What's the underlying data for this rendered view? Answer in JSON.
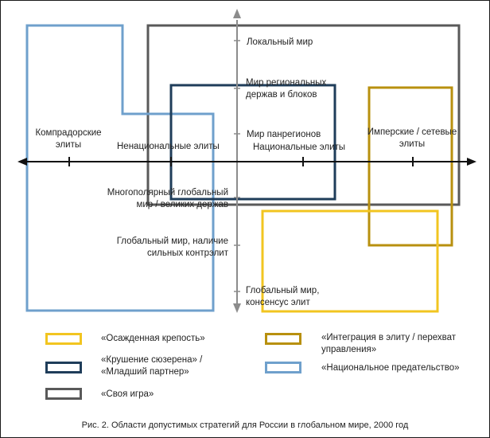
{
  "colors": {
    "osazhdennaya": "#f2c520",
    "krushenie": "#1f3d5a",
    "svoya_igra": "#595959",
    "integratsiya": "#b8900f",
    "natsionalnoe_predatelstvo": "#6fa0cc",
    "axis": "#111111",
    "y_axis": "#8c8c8c"
  },
  "axis_labels": {
    "compradors": "Компрадорские элиты",
    "non_national": "Ненациональные элиты",
    "national": "Национальные элиты",
    "imperial": "Имперские / сетевые элиты",
    "local_world": "Локальный мир",
    "regional_powers": "Мир региональных держав и блоков",
    "panregions": "Мир панрегионов",
    "multipolar": "Многополярный глобальный мир / великих держав",
    "global_counterelites": "Глобальный мир, наличие сильных контрэлит",
    "global_consensus": "Глобальный мир, консенсус элит"
  },
  "legend": [
    {
      "text": "«Осажденная крепость»",
      "color_key": "osazhdennaya"
    },
    {
      "text": "«Крушение сюзерена» / «Младший партнер»",
      "color_key": "krushenie"
    },
    {
      "text": "«Своя игра»",
      "color_key": "svoya_igra"
    },
    {
      "text": "«Интеграция в элиту / перехват управления»",
      "color_key": "integratsiya"
    },
    {
      "text": "«Национальное предательство»",
      "color_key": "natsionalnoe_predatelstvo"
    }
  ],
  "caption": "Рис. 2. Области допустимых стратегий для России в глобальном мире, 2000 год"
}
